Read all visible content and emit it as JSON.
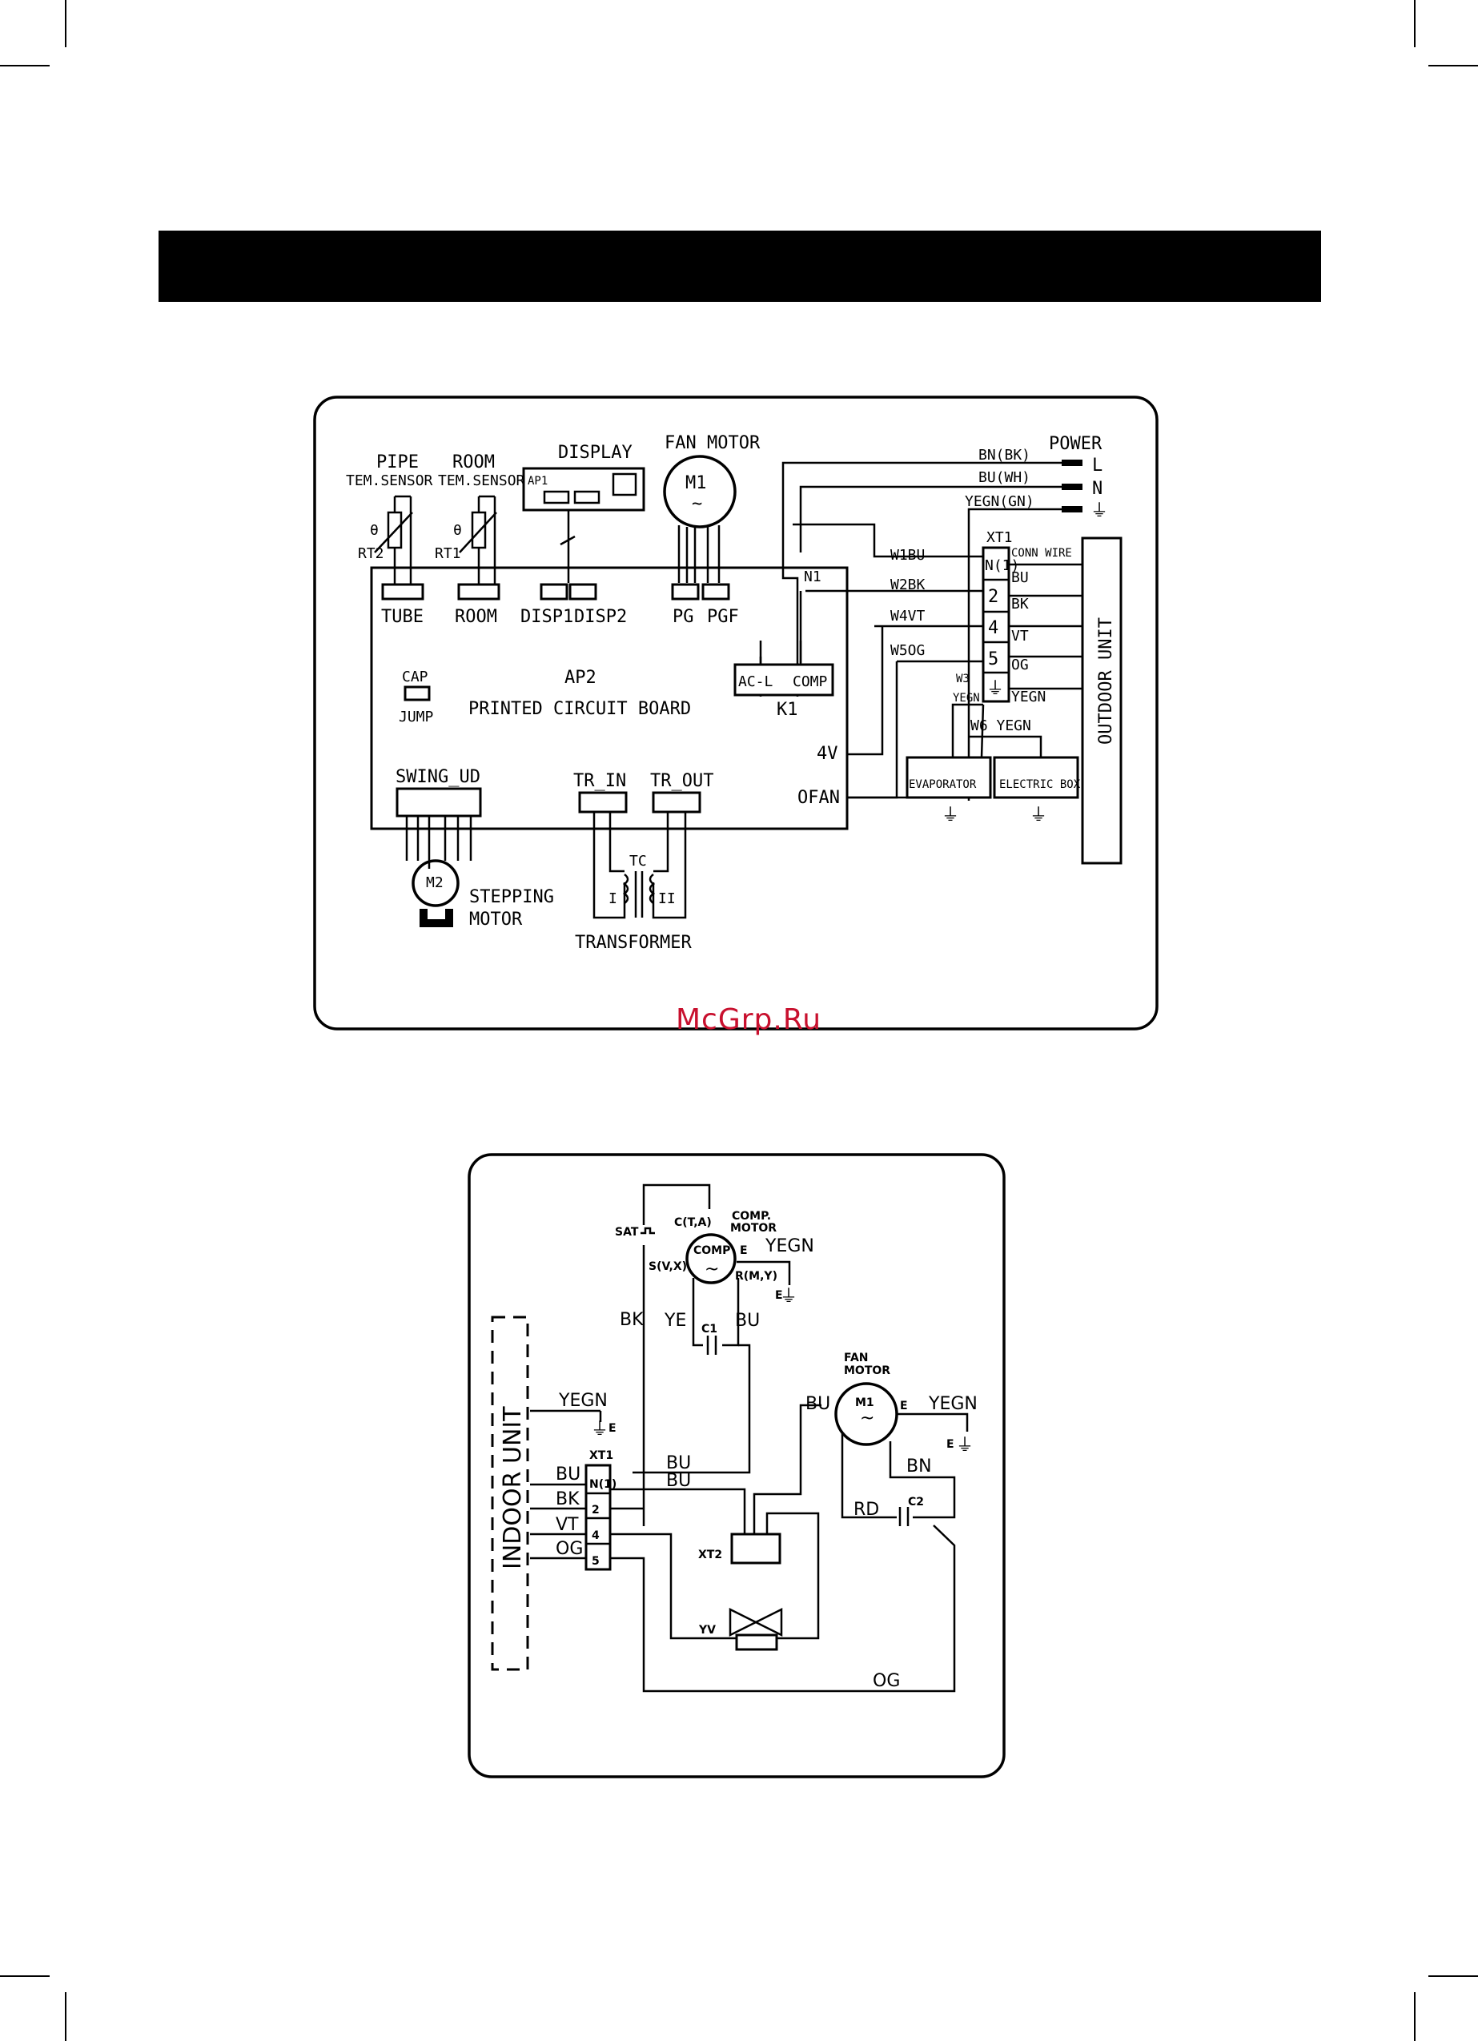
{
  "watermark": "McGrp.Ru",
  "indoor_diagram": {
    "pipe_sensor": {
      "name": "PIPE",
      "type": "TEM.SENSOR",
      "ref": "RT2",
      "port": "TUBE"
    },
    "room_sensor": {
      "name": "ROOM",
      "type": "TEM.SENSOR",
      "ref": "RT1",
      "port": "ROOM"
    },
    "display": {
      "title": "DISPLAY",
      "ref": "AP1",
      "ports": [
        "DISP1",
        "DISP2"
      ]
    },
    "fan_motor": {
      "title": "FAN MOTOR",
      "ref": "M1",
      "symbol": "~",
      "ports": [
        "PG",
        "PGF"
      ]
    },
    "power": {
      "title": "POWER",
      "wires": [
        "BN(BK)",
        "BU(WH)",
        "YEGN(GN)"
      ],
      "terminals": [
        "L",
        "N",
        "⏚"
      ]
    },
    "board": {
      "ref": "AP2",
      "name": "PRINTED CIRCUIT BOARD"
    },
    "cap_jump": [
      "CAP",
      "JUMP"
    ],
    "relay": {
      "ref": "K1",
      "contacts": [
        "AC-L",
        "COMP"
      ],
      "node": "N1"
    },
    "swing": {
      "port": "SWING_UD",
      "motor_ref": "M2",
      "motor_name": [
        "STEPPING",
        "MOTOR"
      ]
    },
    "transformer": {
      "in": "TR_IN",
      "out": "TR_OUT",
      "ref": "TC",
      "windings": [
        "I",
        "II"
      ],
      "name": "TRANSFORMER"
    },
    "outputs": [
      "4V",
      "OFAN"
    ],
    "wires": [
      "W1BU",
      "W2BK",
      "W4VT",
      "W5OG",
      "W3",
      "W6 YEGN"
    ],
    "terminal_block": {
      "ref": "XT1",
      "slots": [
        "N(1)",
        "2",
        "4",
        "5",
        "⏚"
      ],
      "side_header": "CONN WIRE",
      "side_labels": [
        "BU",
        "BK",
        "VT",
        "OG",
        "YEGN"
      ],
      "w3_label": "YEGN"
    },
    "evaporator": "EVAPORATOR",
    "electric_box": "ELECTRIC BOX",
    "outdoor_unit": "OUTDOOR UNIT"
  },
  "outdoor_diagram": {
    "sat": "SAT",
    "comp": {
      "ref": "COMP",
      "symbol": "~",
      "title": [
        "COMP.",
        "MOTOR"
      ],
      "pins": [
        "C(T,A)",
        "S(V,X)",
        "R(M,Y)",
        "E"
      ],
      "ground": "YEGN"
    },
    "capacitor1": "C1",
    "wire_colors": [
      "BK",
      "YE",
      "BU"
    ],
    "indoor_unit": "INDOOR UNIT",
    "ground_label": "YEGN",
    "ground_e": "E",
    "xt1": {
      "ref": "XT1",
      "slots": [
        "N(1)",
        "2",
        "4",
        "5"
      ],
      "left_labels": [
        "BU",
        "BK",
        "VT",
        "OG"
      ],
      "right_labels": [
        "BU",
        "BU"
      ]
    },
    "xt2": "XT2",
    "yv": "YV",
    "fan_motor": {
      "ref": "M1",
      "symbol": "~",
      "title": [
        "FAN",
        "MOTOR"
      ],
      "left": "BU",
      "right": "E",
      "ground": "YEGN",
      "bn": "BN",
      "rd": "RD",
      "cap": "C2"
    },
    "og": "OG"
  }
}
